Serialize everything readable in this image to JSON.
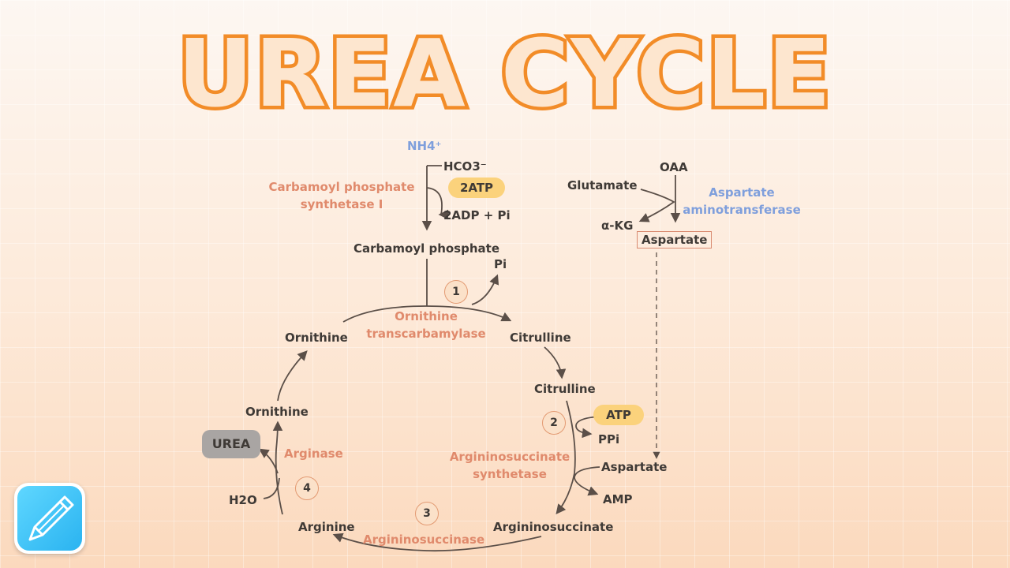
{
  "title": "UREA CYCLE",
  "inputs": {
    "nh4": "NH4⁺",
    "hco3": "HCO3⁻",
    "atp2": "2ATP",
    "adp": "2ADP + Pi"
  },
  "enzymes": {
    "cps_line1": "Carbamoyl phosphate",
    "cps_line2": "synthetase I",
    "otc_line1": "Ornithine",
    "otc_line2": "transcarbamylase",
    "ass_line1": "Argininosuccinate",
    "ass_line2": "synthetase",
    "asl": "Argininosuccinase",
    "arginase": "Arginase",
    "ast_line1": "Aspartate",
    "ast_line2": "aminotransferase"
  },
  "metabolites": {
    "carbamoyl_phosphate": "Carbamoyl phosphate",
    "pi": "Pi",
    "ornithine_top": "Ornithine",
    "citrulline_top": "Citrulline",
    "citrulline_mid": "Citrulline",
    "atp": "ATP",
    "ppi": "PPi",
    "aspartate_in": "Aspartate",
    "amp": "AMP",
    "argininosuccinate": "Argininosuccinate",
    "arginine": "Arginine",
    "h2o": "H2O",
    "urea": "UREA",
    "ornithine_low": "Ornithine",
    "glutamate": "Glutamate",
    "oaa": "OAA",
    "akg": "α-KG",
    "aspartate_box": "Aspartate"
  },
  "steps": [
    "1",
    "2",
    "3",
    "4"
  ],
  "colors": {
    "title_fill": "#fde6cf",
    "title_stroke": "#f28c28",
    "enzyme": "#e08a6c",
    "transaminase": "#7f9fdc",
    "atp_pill": "#fbd27c",
    "urea_pill": "#a9a5a3",
    "line": "#5b4f48"
  },
  "icons": {
    "app": "pencil-app-icon"
  }
}
